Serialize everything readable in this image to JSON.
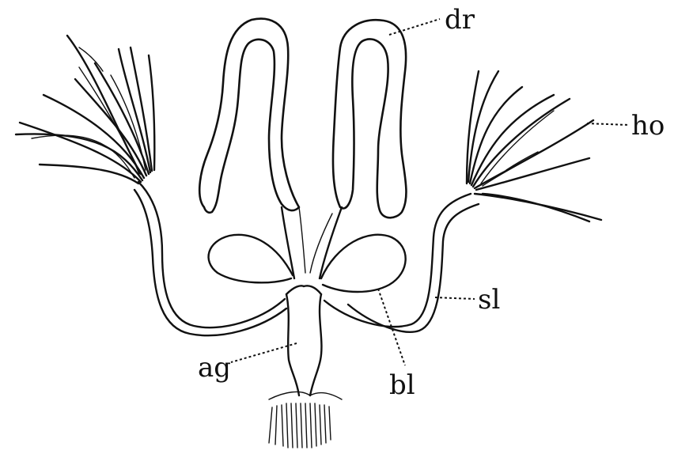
{
  "labels": {
    "dr": "dr",
    "ho": "ho",
    "sl": "sl",
    "ag": "ag",
    "bl": "bl"
  }
}
